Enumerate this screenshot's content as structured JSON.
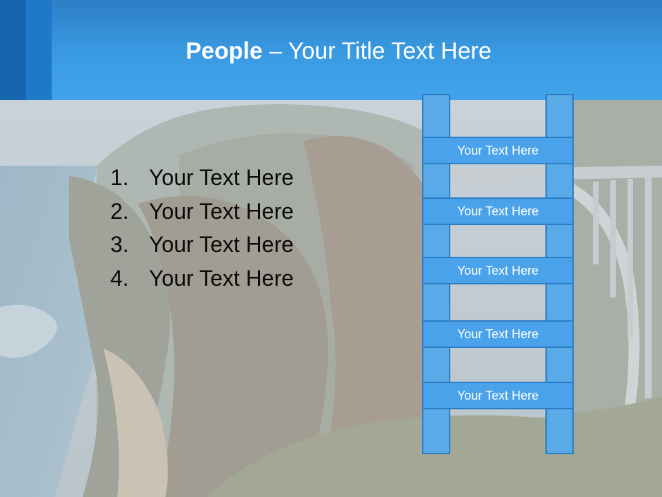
{
  "slide": {
    "title_bold": "People",
    "title_rest": " – Your Title Text Here"
  },
  "list": [
    {
      "num": "1.",
      "text": "Your Text Here"
    },
    {
      "num": "2.",
      "text": "Your Text Here"
    },
    {
      "num": "3.",
      "text": "Your Text Here"
    },
    {
      "num": "4.",
      "text": "Your Text Here"
    }
  ],
  "ladder": {
    "rungs": [
      "Your Text Here",
      "Your Text Here",
      "Your Text Here",
      "Your Text Here",
      "Your Text Here"
    ]
  },
  "colors": {
    "header_blue": "#3a9be2",
    "ladder_fill": "#4aa3ea",
    "ladder_border": "#2b7dc4"
  }
}
